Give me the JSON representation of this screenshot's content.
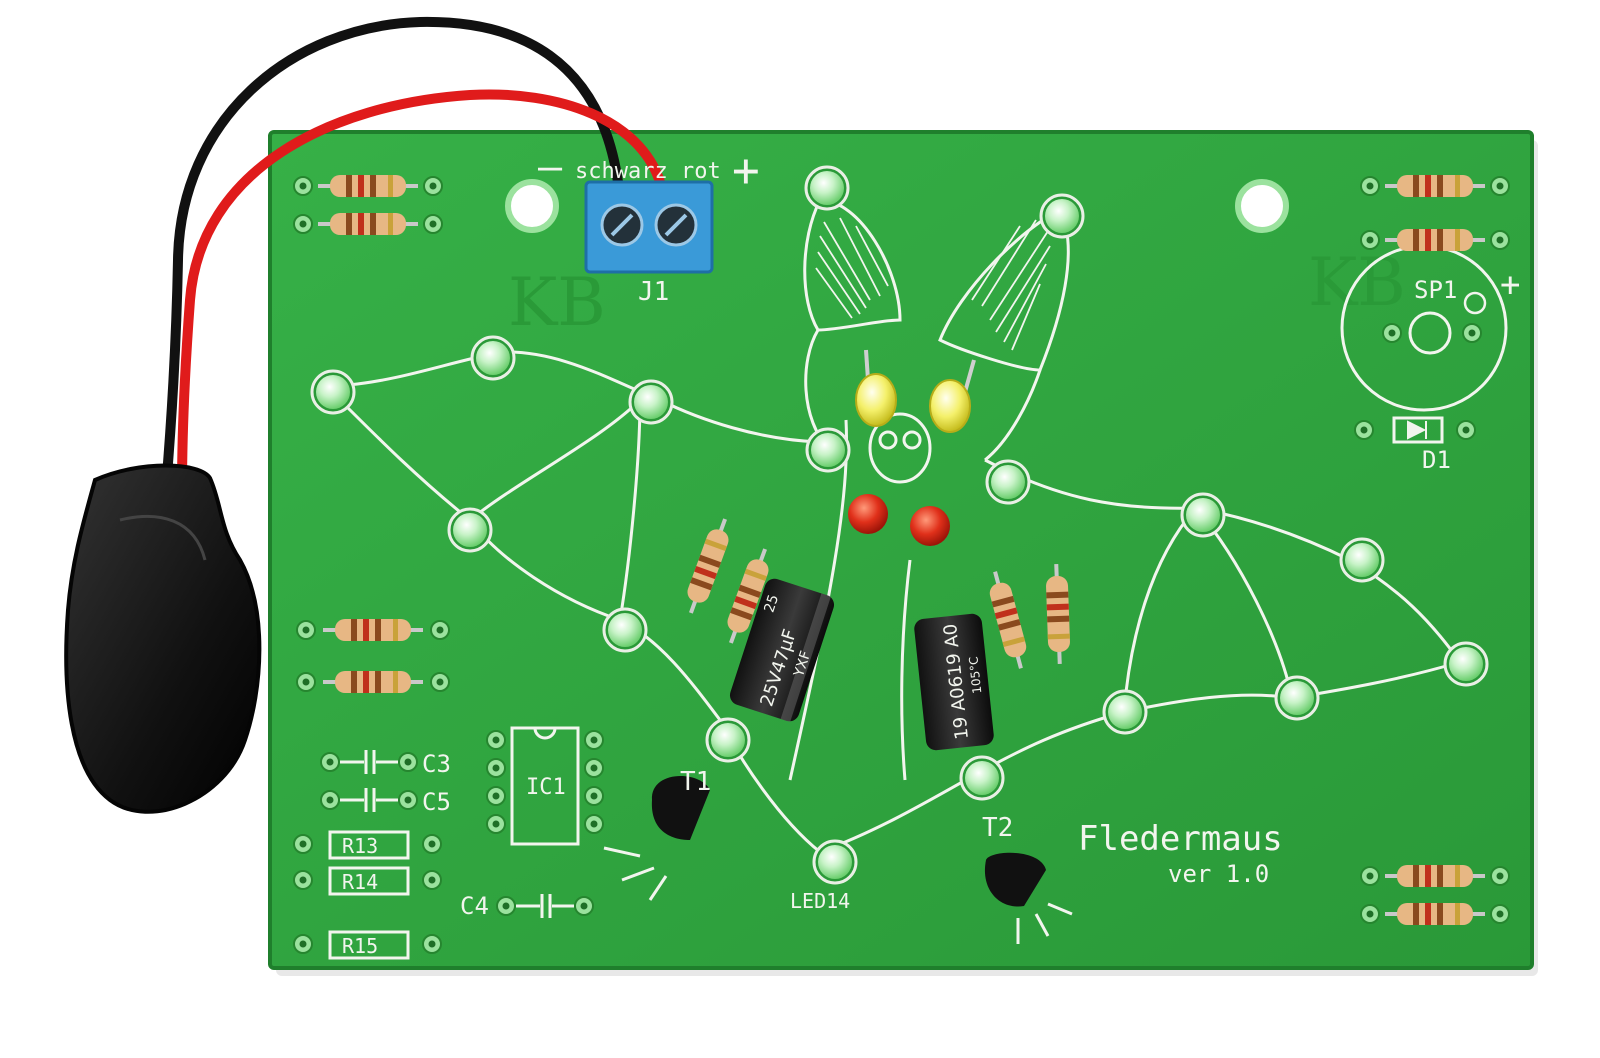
{
  "board": {
    "title": "Fledermaus",
    "version": "ver 1.0",
    "wire_label": "schwarz rot",
    "polarity_minus": "—",
    "polarity_plus": "+",
    "watermark": "KB",
    "colors": {
      "pcb": "#2fa63e",
      "pcb_edge": "#1f7f2c",
      "silkscreen": "#f2f5ee",
      "led_green": "#bff0c0",
      "led_yellow": "#f4f06a",
      "led_red": "#e0301a",
      "terminal": "#3a9ad8",
      "battery_clip": "#151515",
      "wire_red": "#e01b1b",
      "wire_black": "#111111"
    }
  },
  "labels": {
    "j1": "J1",
    "sp1": "SP1",
    "sp1_plus": "+",
    "d1": "D1",
    "c3": "C3",
    "c5": "C5",
    "c4": "C4",
    "ic1": "IC1",
    "r13": "R13",
    "r14": "R14",
    "r15": "R15",
    "t1": "T1",
    "t2": "T2",
    "led14": "LED14"
  },
  "capacitors": {
    "left": {
      "text_a": "25V47μF",
      "text_b": "YXF",
      "text_c": "25"
    },
    "right": {
      "text_a": "19 A0619 A0",
      "text_b": "105°C"
    }
  }
}
